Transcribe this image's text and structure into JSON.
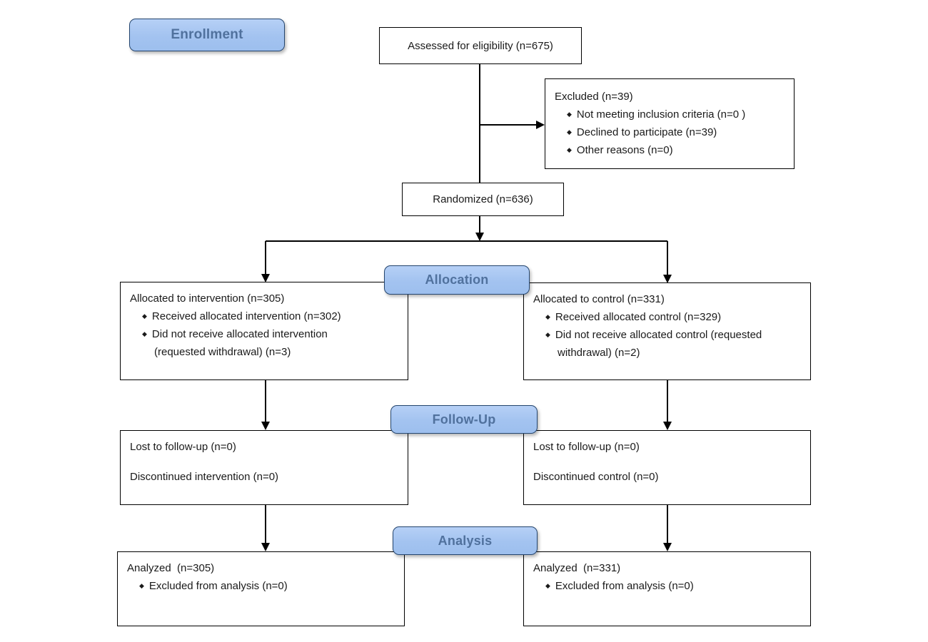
{
  "diagram": {
    "stage_labels": {
      "enrollment": "Enrollment",
      "allocation": "Allocation",
      "follow_up": "Follow-Up",
      "analysis": "Analysis"
    },
    "assessed": {
      "text": "Assessed for eligibility (n=675)"
    },
    "excluded": {
      "title": "Excluded (n=39)",
      "items": [
        "Not meeting inclusion criteria (n=0 )",
        "Declined to participate (n=39)",
        "Other reasons (n=0)"
      ]
    },
    "randomized": {
      "text": "Randomized (n=636)"
    },
    "allocated_intervention": {
      "title": "Allocated to intervention (n=305)",
      "items": [
        "Received allocated intervention (n=302)",
        "Did not receive allocated intervention (requested withdrawal) (n=3)"
      ]
    },
    "allocated_control": {
      "title": "Allocated to control (n=331)",
      "items": [
        "Received allocated control (n=329)",
        "Did not receive allocated control (requested withdrawal) (n=2)"
      ]
    },
    "followup_intervention": {
      "lines": [
        "Lost to follow-up (n=0)",
        "Discontinued intervention (n=0)"
      ]
    },
    "followup_control": {
      "lines": [
        "Lost to follow-up (n=0)",
        "Discontinued control (n=0)"
      ]
    },
    "analysis_intervention": {
      "title": "Analyzed  (n=305)",
      "items": [
        "Excluded from analysis (n=0)"
      ]
    },
    "analysis_control": {
      "title": "Analyzed  (n=331)",
      "items": [
        "Excluded from analysis (n=0)"
      ]
    },
    "colors": {
      "stage_fill": "#a7c5f1",
      "stage_border": "#24456e",
      "stage_text": "#50719d",
      "box_border": "#000000",
      "arrow": "#000000"
    }
  }
}
